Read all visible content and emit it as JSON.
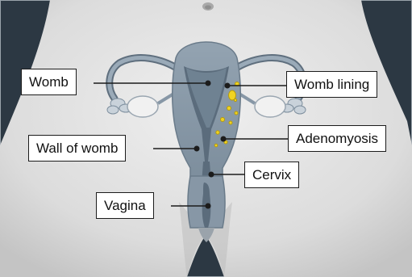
{
  "diagram": {
    "labels": {
      "womb": "Womb",
      "womb_lining": "Womb lining",
      "wall_of_womb": "Wall of womb",
      "adenomyosis": "Adenomyosis",
      "cervix": "Cervix",
      "vagina": "Vagina"
    }
  },
  "colors": {
    "background_dark": "#2c3843",
    "body_skin": "#dedede",
    "uterus_fill": "#8797a6",
    "uterus_cavity": "#5b6c7c",
    "lesion_yellow": "#f0d322",
    "leader_line": "#1c1c1c"
  }
}
